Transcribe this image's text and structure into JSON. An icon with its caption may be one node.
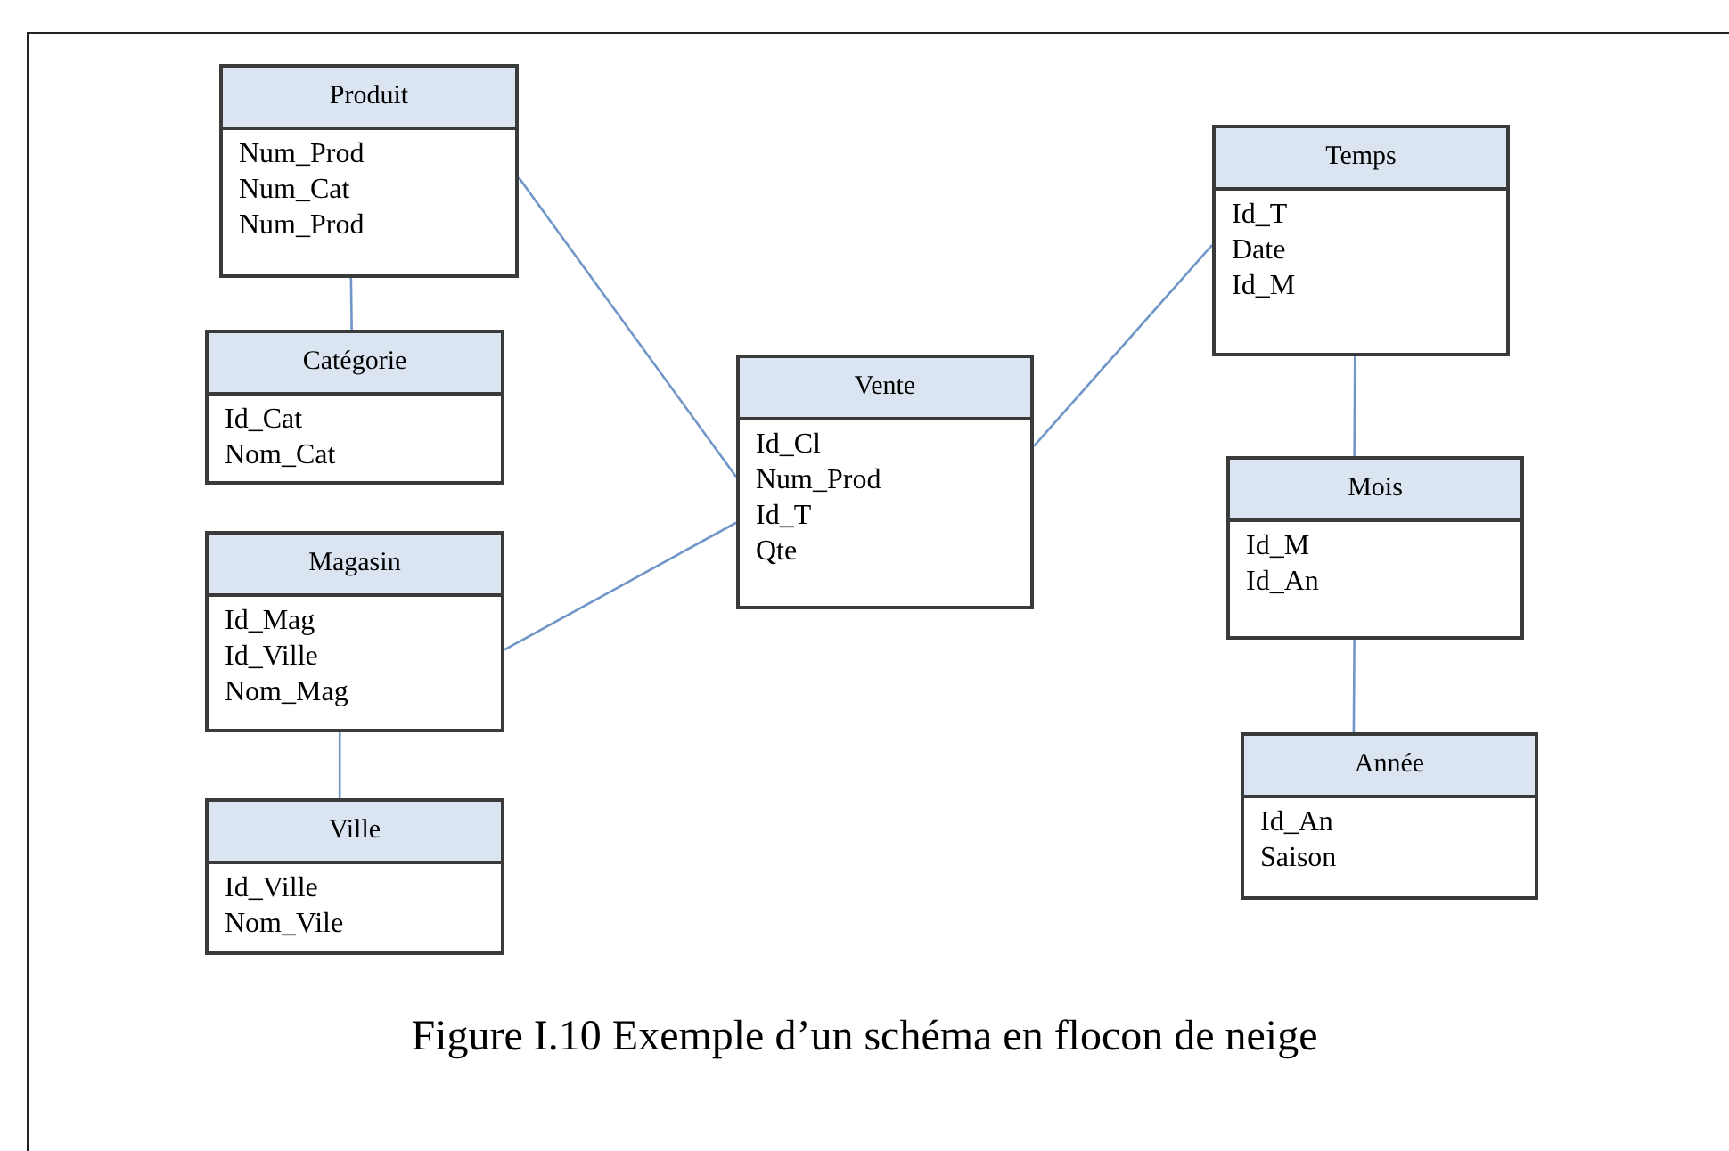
{
  "diagram": {
    "caption": "Figure I.10 Exemple d’un schéma en flocon de neige",
    "nodes": [
      {
        "text": [
          "Produit",
          "Num_Prod",
          "Num_Cat",
          "Num_Prod"
        ]
      },
      {
        "text": [
          "Catégorie",
          "Id_Cat",
          "Nom_Cat"
        ]
      },
      {
        "text": [
          "Magasin",
          "Id_Mag",
          "Id_Ville",
          "Nom_Mag"
        ]
      },
      {
        "text": [
          "Ville",
          "Id_Ville",
          "Nom_Vile"
        ]
      },
      {
        "text": [
          "Vente",
          "Id_Cl",
          "Num_Prod",
          "Id_T",
          "Qte"
        ]
      },
      {
        "text": [
          "Temps",
          "Id_T",
          "Date",
          "Id_M"
        ]
      },
      {
        "text": [
          "Mois",
          "Id_M",
          "Id_An"
        ]
      },
      {
        "text": [
          "Année",
          "Id_An",
          "Saison"
        ]
      }
    ],
    "edges": [
      {
        "from": 0,
        "to": 4,
        "arrow": "none"
      },
      {
        "from": 2,
        "to": 4,
        "arrow": "none"
      },
      {
        "from": 4,
        "to": 5,
        "arrow": "none"
      },
      {
        "from": 0,
        "to": 1,
        "arrow": "none"
      },
      {
        "from": 2,
        "to": 3,
        "arrow": "none"
      },
      {
        "from": 5,
        "to": 6,
        "arrow": "none"
      },
      {
        "from": 6,
        "to": 7,
        "arrow": "none"
      }
    ]
  }
}
